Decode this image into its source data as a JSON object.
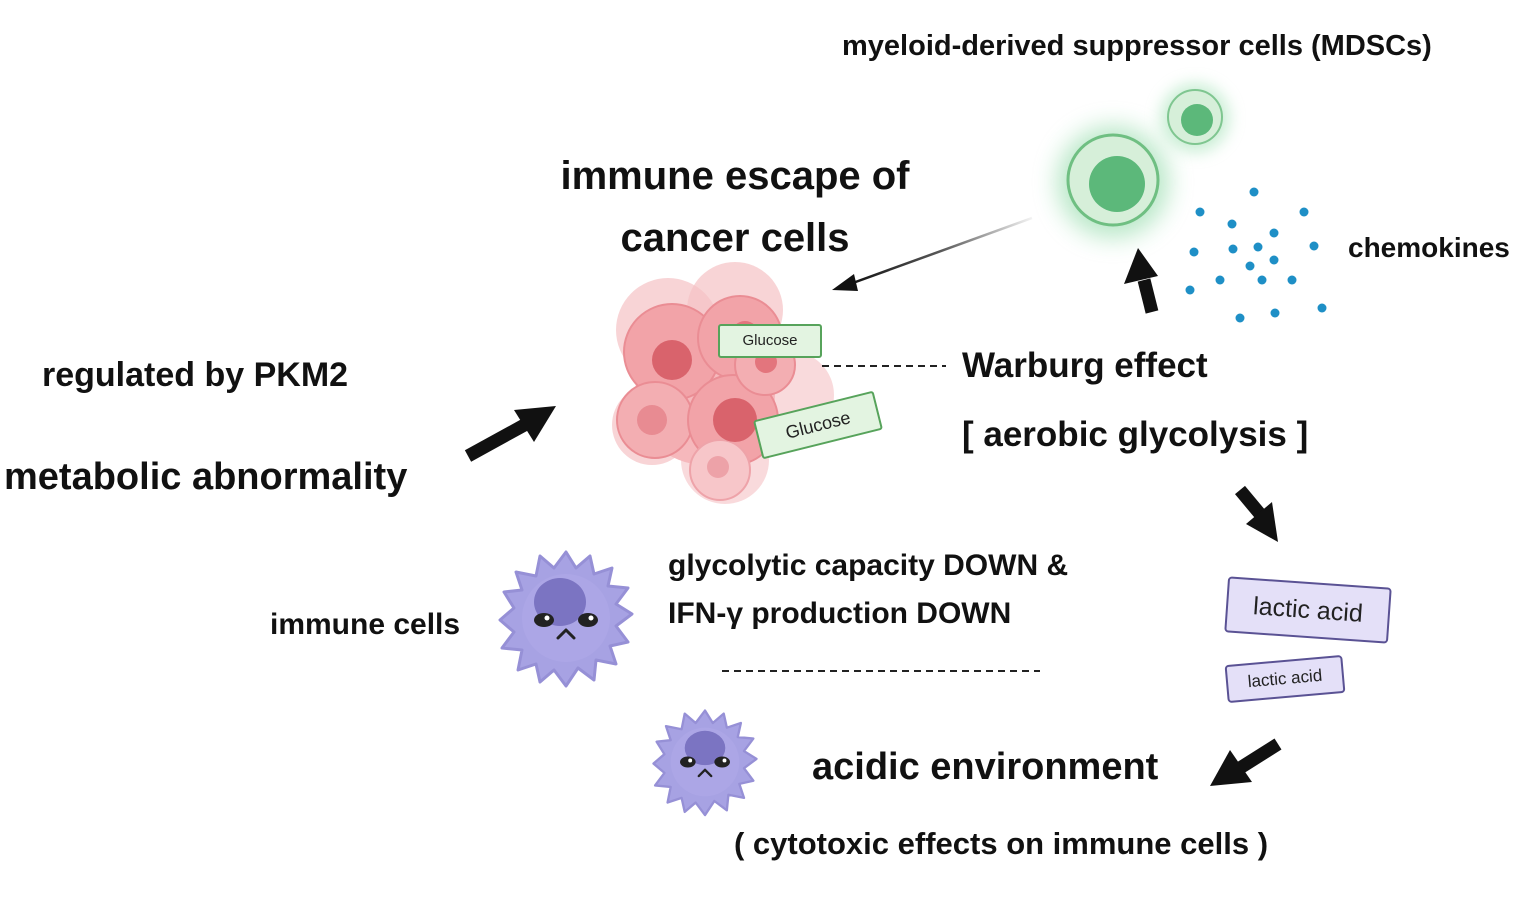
{
  "labels": {
    "mdscs": "myeloid-derived suppressor cells (MDSCs)",
    "immune_escape_line1": "immune escape of",
    "immune_escape_line2": "cancer cells",
    "chemokines": "chemokines",
    "regulated_by": "regulated by PKM2",
    "metabolic_abnormality": "metabolic abnormality",
    "warburg_effect": "Warburg effect",
    "aerobic_glycolysis": "[ aerobic glycolysis ]",
    "glycolytic_line1": "glycolytic capacity DOWN &",
    "glycolytic_line2": "IFN-γ production DOWN",
    "immune_cells": "immune cells",
    "acidic_environment": "acidic environment",
    "cytotoxic_effects": "( cytotoxic effects on immune cells )"
  },
  "tags": {
    "glucose_1": "Glucose",
    "glucose_2": "Glucose",
    "lactic_acid_1": "lactic acid",
    "lactic_acid_2": "lactic acid"
  },
  "colors": {
    "cancer_cell_fill": "#f2a3a8",
    "cancer_cell_nucleus": "#d9636c",
    "mdsc_green": "#5cb87a",
    "chemokine_blue": "#1e8fc6",
    "immune_cell_fill": "#a7a2e3",
    "immune_cell_nucleus": "#7b74c2",
    "glucose_tag_fill": "#e3f4e1",
    "glucose_tag_border": "#57a35b",
    "lactic_tag_fill": "#e4e0f8",
    "lactic_tag_border": "#5a5294",
    "arrow": "#111111"
  },
  "icons": {
    "cancer_cluster": "cancer-cell-cluster-icon",
    "mdsc": "mdsc-cell-icon",
    "chemokines": "chemokine-dots-icon",
    "immune_cell": "sad-immune-cell-icon"
  }
}
